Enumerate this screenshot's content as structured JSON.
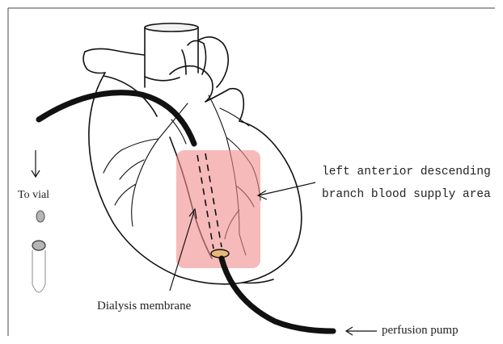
{
  "labels": {
    "to_vial": "To vial",
    "dialysis_membrane": "Dialysis membrane",
    "perfusion_pump": "perfusion pump",
    "lad_line1": "left anterior descending",
    "lad_line2": "branch blood supply area"
  },
  "colors": {
    "highlight": "#f08c8c",
    "ink": "#111111",
    "vial_fill": "#b5b5b5"
  },
  "icons": {
    "down_arrow": "arrow-down-icon",
    "left_arrow": "arrow-left-icon"
  }
}
